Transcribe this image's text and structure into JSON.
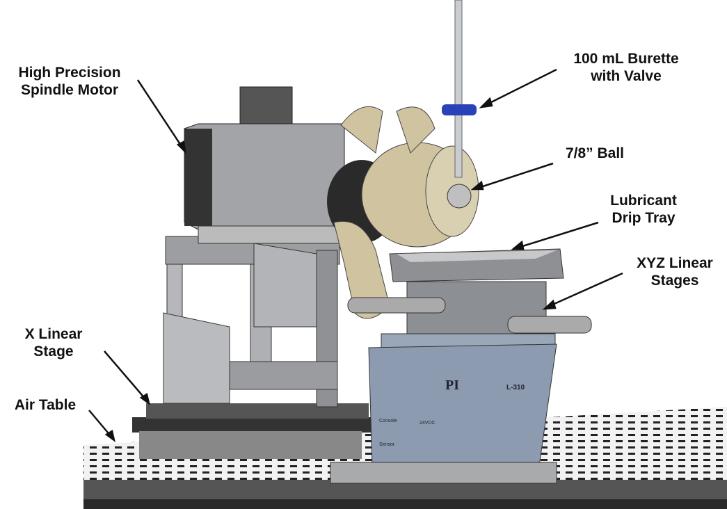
{
  "labels": {
    "spindle": [
      "High Precision",
      "Spindle Motor"
    ],
    "burette": [
      "100 mL Burette",
      "with Valve"
    ],
    "ball": [
      "7/8” Ball"
    ],
    "tray": [
      "Lubricant",
      "Drip Tray"
    ],
    "xyz": [
      "XYZ Linear",
      "Stages"
    ],
    "xstage": [
      "X Linear",
      "Stage"
    ],
    "airtable": [
      "Air Table"
    ]
  },
  "device_text": {
    "brand": "PI",
    "model": "L-310",
    "console": "Console",
    "power": "24VDC",
    "sensor": "Sensor"
  },
  "colors": {
    "stage_blue": "#8d9bb0",
    "frame_gray": "#a7a9ad",
    "beige": "#cfc3a0"
  }
}
